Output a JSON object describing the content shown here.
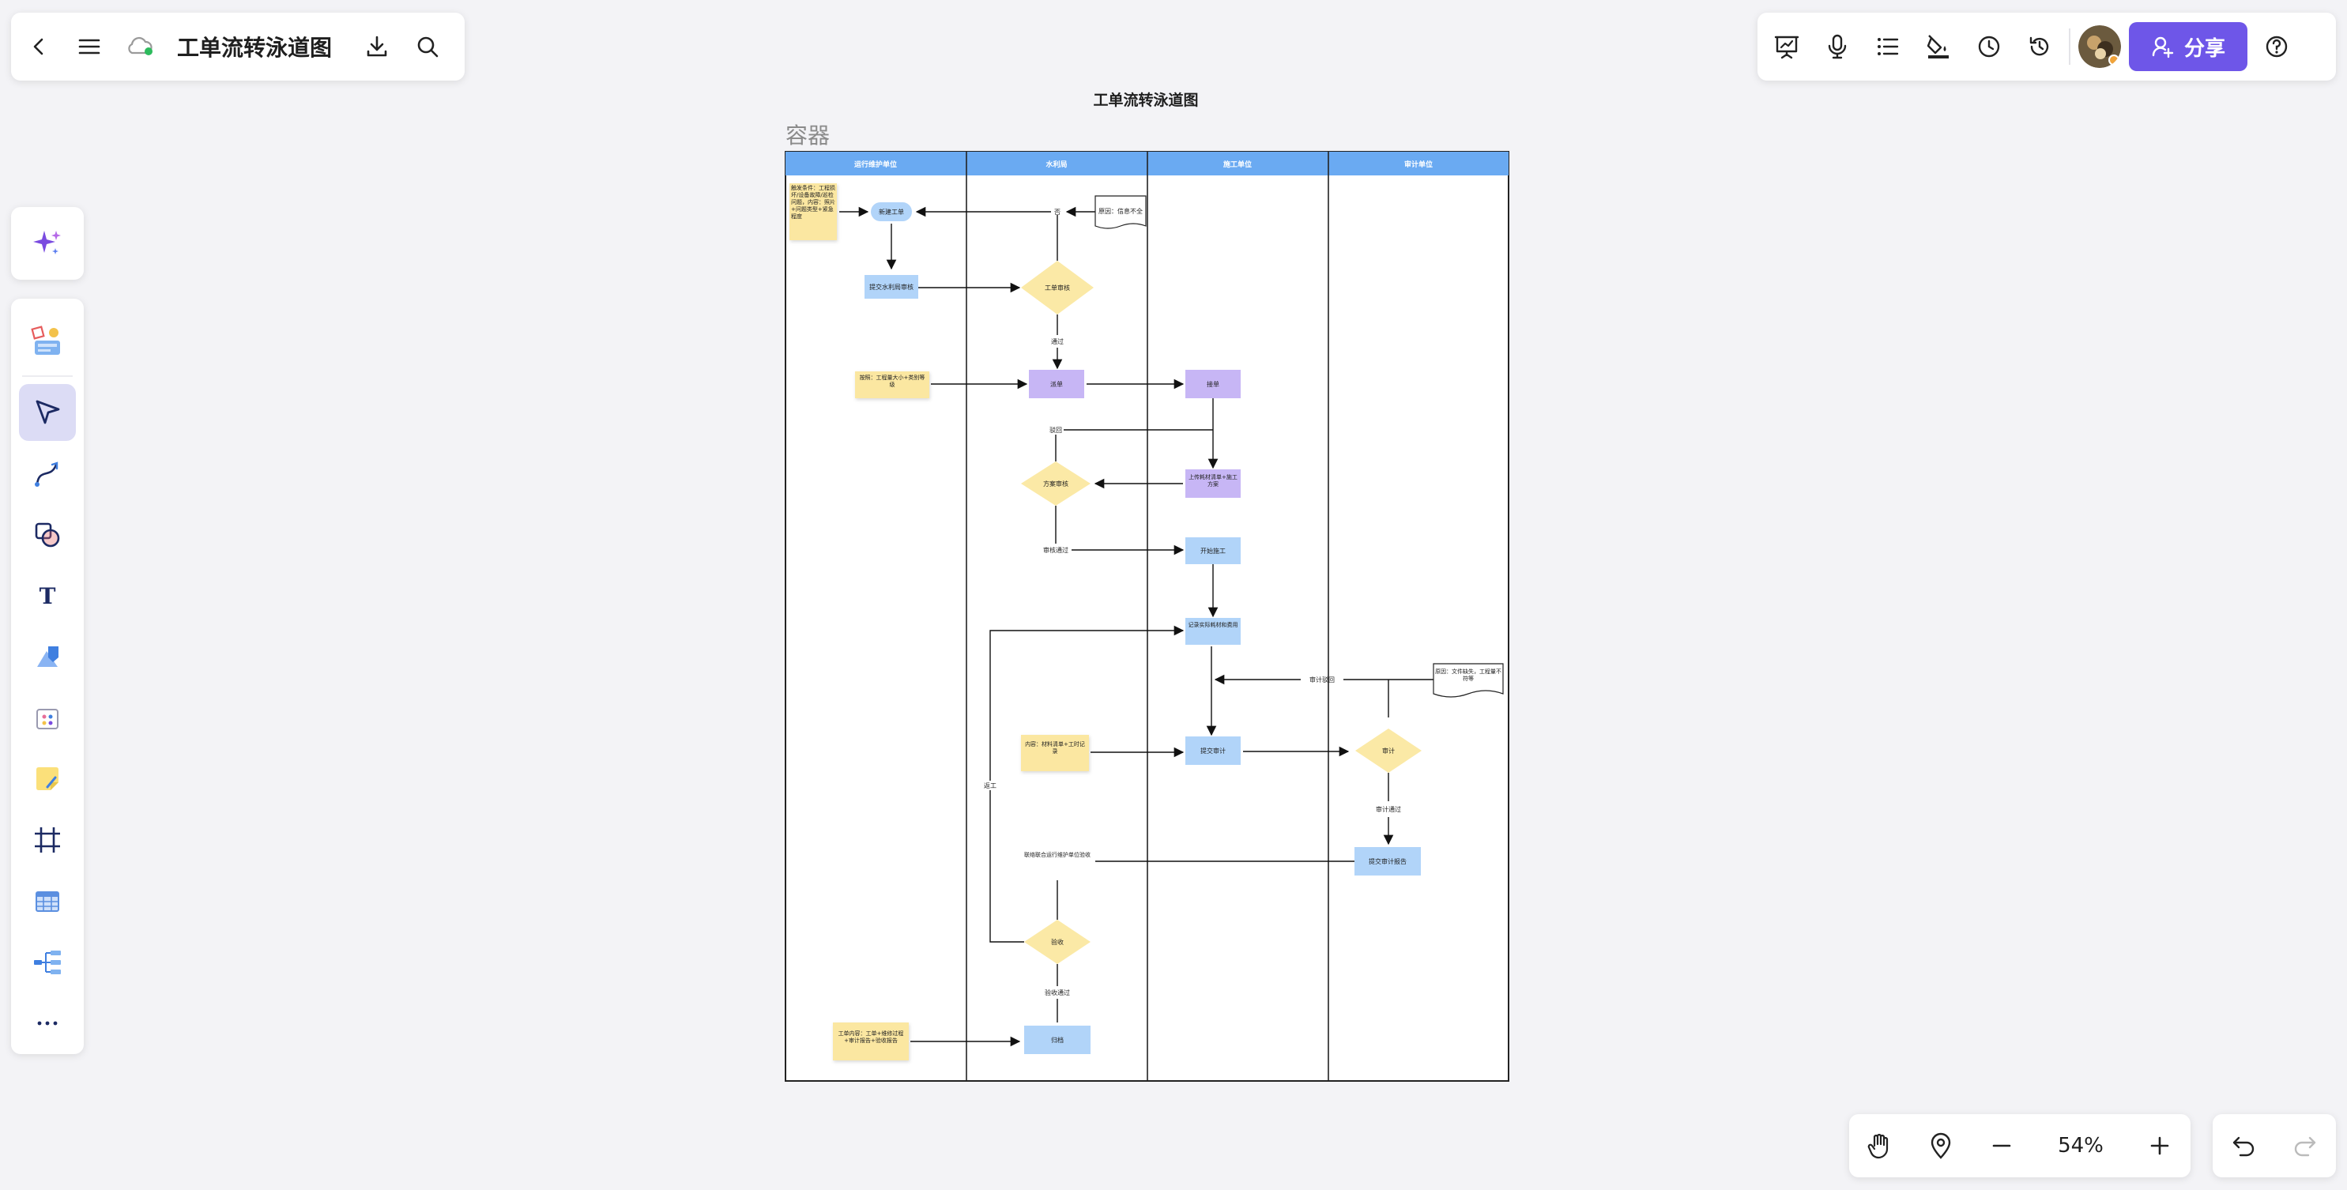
{
  "app": {
    "doc_title": "工单流转泳道图",
    "share_label": "分享",
    "zoom_level": "54%"
  },
  "canvas": {
    "title": "工单流转泳道图",
    "container_label": "容器"
  },
  "diagram": {
    "lanes": [
      "运行维护单位",
      "水利局",
      "施工单位",
      "审计单位"
    ],
    "nodes": {
      "note_trigger": "触发条件：工程损坏/设备故障/巡检问题，内容：照片+问题类型+紧急程度",
      "new_ticket": "新建工单",
      "submit_to_bureau": "提交水利局审核",
      "note_reject_info": "原因：信息不全",
      "ticket_review": "工单审核",
      "note_classify": "按照：工程量大小+类别等级",
      "dispatch": "派单",
      "accept": "接单",
      "plan_review": "方案审核",
      "upload_plan": "上传耗材清单+施工方案",
      "start_construction": "开始施工",
      "record_cost": "记录实际耗材和费用",
      "note_audit_reject": "原因：文件缺失，工程量不符等",
      "note_materials": "内容：材料清单+工时记录",
      "submit_audit": "提交审计",
      "audit": "审计",
      "submit_audit_report": "提交审计报告",
      "joint_acceptance": "联络联合运行维护单位验收",
      "acceptance": "验收",
      "note_archive": "工单内容：工单+维修过程+审计报告+验收报告",
      "archive": "归档"
    },
    "labels": {
      "no": "否",
      "pass": "通过",
      "return": "驳回",
      "review_pass": "审核通过",
      "audit_return": "审计驳回",
      "audit_pass": "审计通过",
      "rework": "返工",
      "accept_pass": "验收通过"
    },
    "colors": {
      "lane_header": "#6aaaf2",
      "blue_node": "#b1d4f9",
      "purple_node": "#c7b6f5",
      "diamond": "#fbe9a6",
      "sticky": "#fbe7a1"
    }
  }
}
